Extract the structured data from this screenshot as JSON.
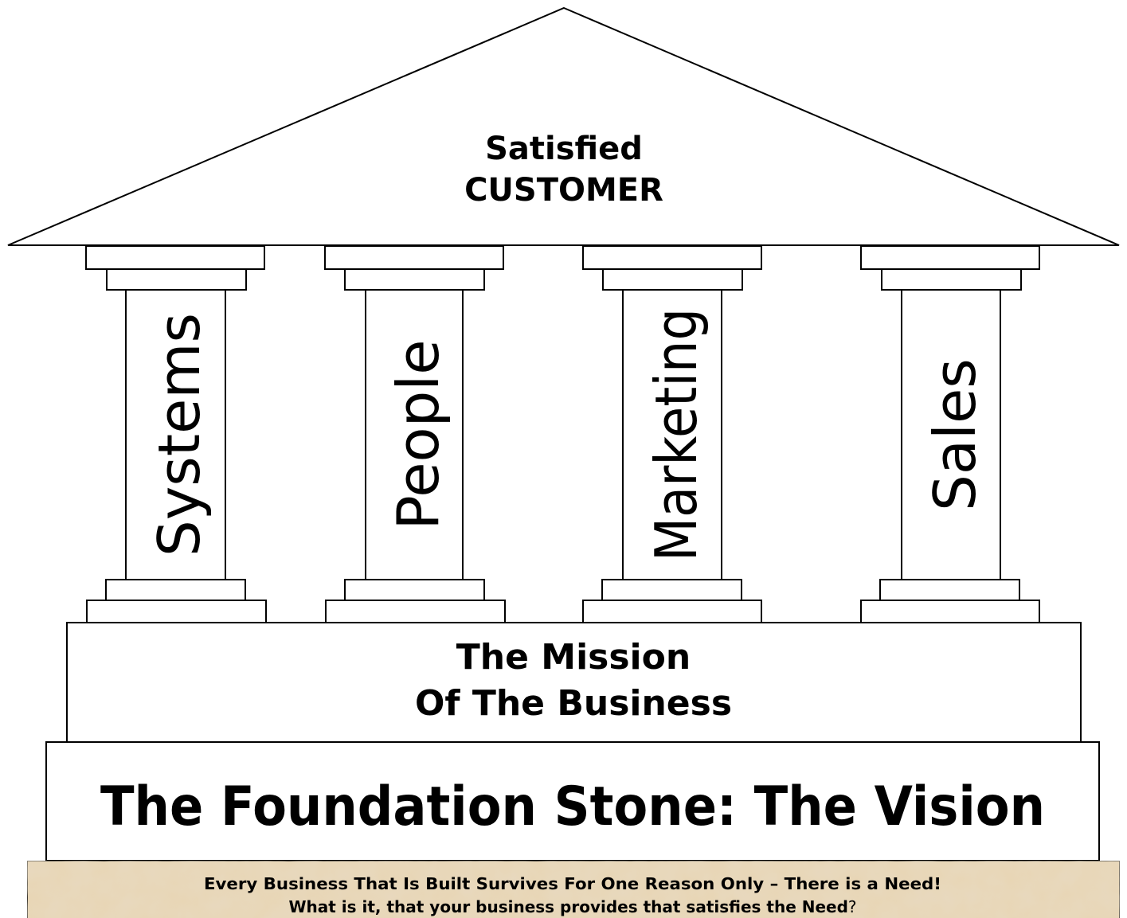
{
  "roof": {
    "line1": "Satisfied",
    "line2": "CUSTOMER"
  },
  "pillars": [
    {
      "label": "Systems"
    },
    {
      "label": "People"
    },
    {
      "label": "Marketing"
    },
    {
      "label": "Sales"
    }
  ],
  "mission": {
    "line1": "The Mission",
    "line2": "Of The Business"
  },
  "foundation": {
    "label": "The Foundation  Stone: The Vision"
  },
  "note": {
    "line1": "Every Business That Is Built Survives For One Reason Only – There is a Need!",
    "line2_bold": "What is it, that your business provides that satisfies the Need",
    "line2_end": "?"
  },
  "colors": {
    "note_background": "#e8d6b4",
    "stroke": "#000000"
  }
}
